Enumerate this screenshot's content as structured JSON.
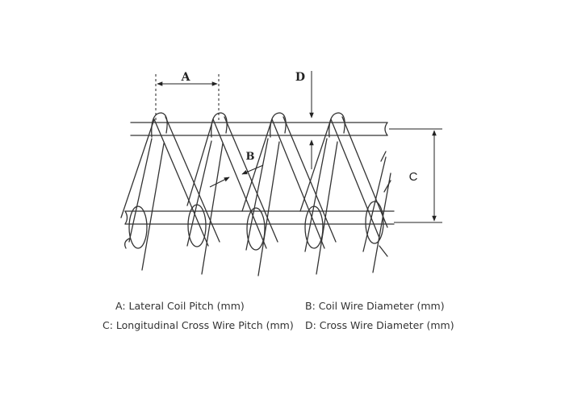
{
  "diagram": {
    "labels": {
      "a": "A",
      "b": "B",
      "c": "C",
      "d": "D"
    }
  },
  "legend": {
    "a": "A: Lateral Coil Pitch (mm)",
    "b": "B: Coil Wire Diameter (mm)",
    "c": "C: Longitudinal Cross Wire Pitch (mm)",
    "d": "D: Cross Wire Diameter (mm)"
  }
}
